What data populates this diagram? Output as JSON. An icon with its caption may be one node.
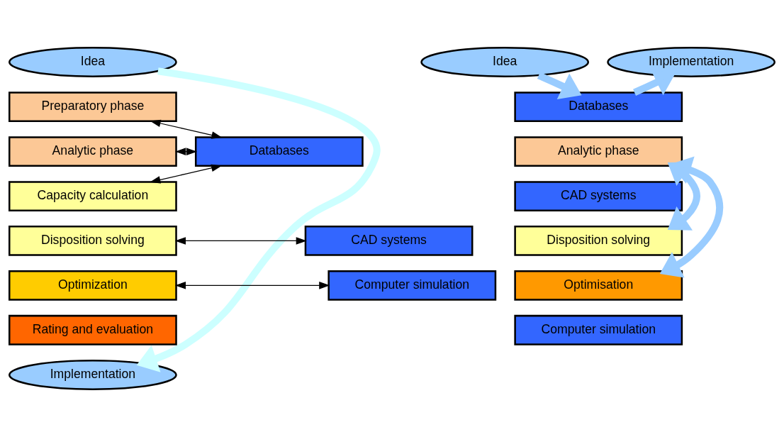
{
  "diagram": {
    "nodes": [
      {
        "text": [
          "Idea"
        ]
      },
      {
        "text": [
          "Preparatory phase"
        ]
      },
      {
        "text": [
          "Analytic phase"
        ]
      },
      {
        "text": [
          "Capacity calculation"
        ]
      },
      {
        "text": [
          "Disposition solving"
        ]
      },
      {
        "text": [
          "Optimization"
        ]
      },
      {
        "text": [
          "Rating and evaluation"
        ]
      },
      {
        "text": [
          "Implementation"
        ]
      },
      {
        "text": [
          "Databases"
        ]
      },
      {
        "text": [
          "CAD systems"
        ]
      },
      {
        "text": [
          "Computer simulation"
        ]
      },
      {
        "text": [
          "Idea"
        ]
      },
      {
        "text": [
          "Implementation"
        ]
      },
      {
        "text": [
          "Databases"
        ]
      },
      {
        "text": [
          "Analytic phase"
        ]
      },
      {
        "text": [
          "CAD systems"
        ]
      },
      {
        "text": [
          "Disposition solving"
        ]
      },
      {
        "text": [
          "Optimisation"
        ]
      },
      {
        "text": [
          "Computer simulation"
        ]
      }
    ],
    "edges": [
      {
        "from": 0,
        "to": 7,
        "arrow": "to",
        "style": "thick",
        "color": "#ccffff"
      },
      {
        "from": 8,
        "to": 1,
        "arrow": "both"
      },
      {
        "from": 8,
        "to": 2,
        "arrow": "both"
      },
      {
        "from": 8,
        "to": 3,
        "arrow": "both"
      },
      {
        "from": 4,
        "to": 9,
        "arrow": "both"
      },
      {
        "from": 5,
        "to": 10,
        "arrow": "both"
      },
      {
        "from": 11,
        "to": 13,
        "arrow": "to",
        "style": "thick",
        "color": "#99ccff"
      },
      {
        "from": 13,
        "to": 12,
        "arrow": "to",
        "style": "thick",
        "color": "#99ccff"
      },
      {
        "from": 14,
        "to": 17,
        "arrow": "both",
        "style": "thick",
        "color": "#99ccff"
      },
      {
        "from": 14,
        "to": 16,
        "arrow": "both",
        "style": "thick",
        "color": "#99ccff"
      }
    ]
  }
}
